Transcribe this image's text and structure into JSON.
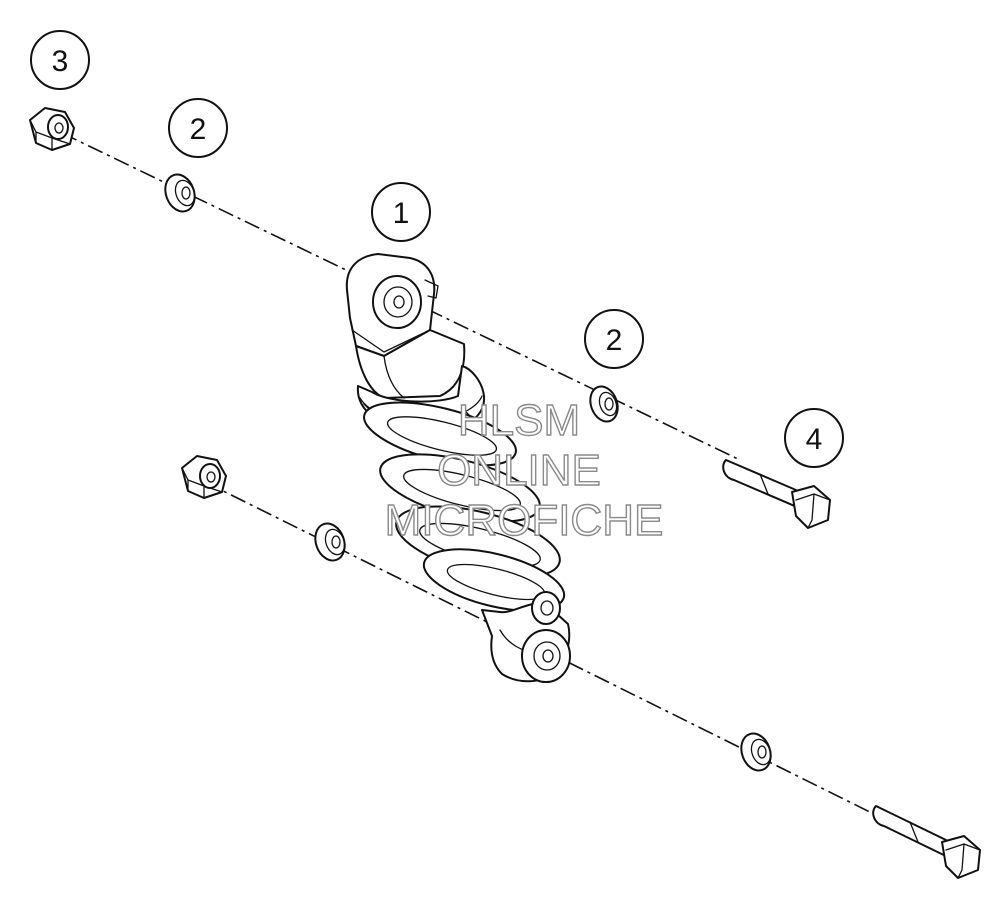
{
  "callouts": [
    {
      "id": "c3-top",
      "label": "3"
    },
    {
      "id": "c2-top",
      "label": "2"
    },
    {
      "id": "c1",
      "label": "1"
    },
    {
      "id": "c2-right",
      "label": "2"
    },
    {
      "id": "c4",
      "label": "4"
    }
  ],
  "watermark": {
    "line1": "HLSM",
    "line2": "ONLINE",
    "line3": "MICROFICHE"
  },
  "colors": {
    "line": "#111111",
    "background": "#ffffff",
    "watermark": "#8a8a8a"
  }
}
